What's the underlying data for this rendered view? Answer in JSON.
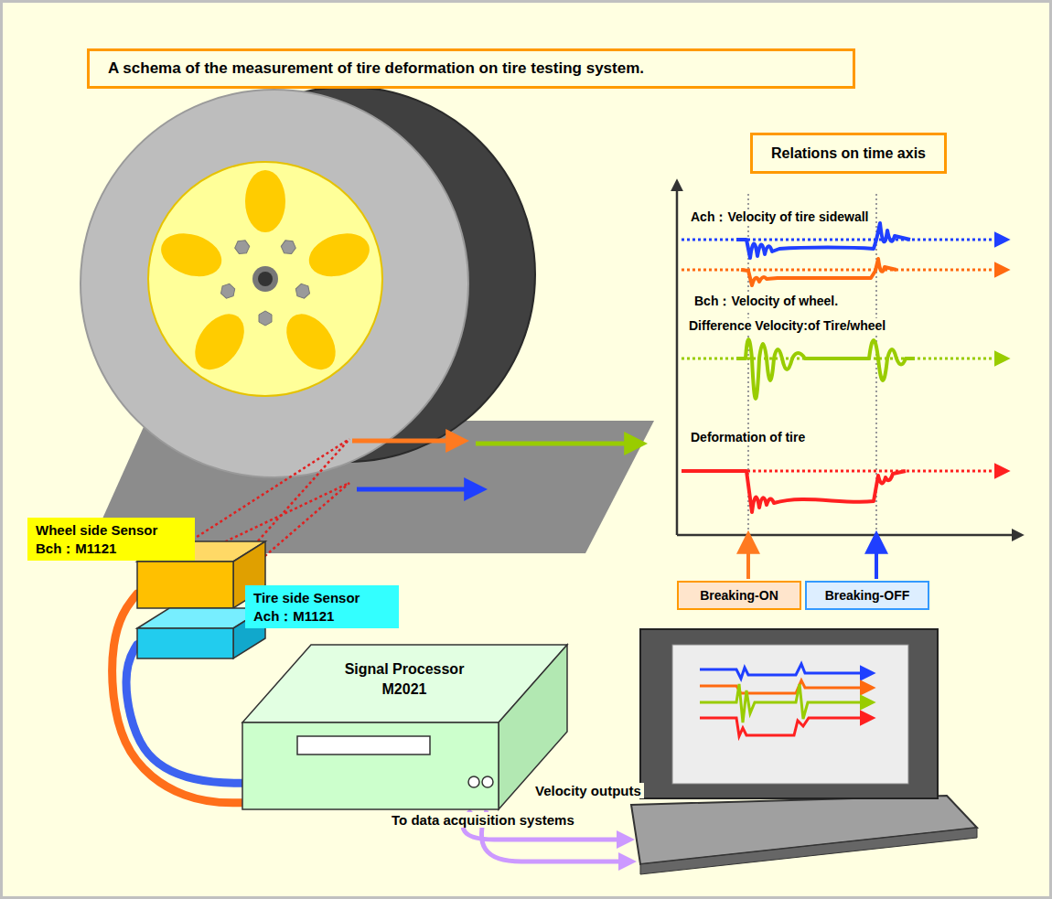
{
  "diagram": {
    "title": "A schema of the measurement of tire deformation on tire testing system.",
    "nodes": [
      {
        "text": [
          "Relations on time axis"
        ]
      },
      {
        "text": [
          "Wheel side Sensor Bch：M1121"
        ]
      },
      {
        "text": [
          "Breaking-ON"
        ]
      },
      {
        "text": [
          "Breaking-OFF"
        ]
      },
      {
        "text": [
          "Tire side Sensor Ach：M1121"
        ]
      },
      {
        "text": [
          "Signal Processor M2021"
        ]
      }
    ],
    "edges": [
      {
        "from": 1,
        "to": 5,
        "arrow": "none"
      },
      {
        "from": 4,
        "to": 5,
        "arrow": "none"
      }
    ],
    "labels": [
      "Ach：Velocity of tire sidewall",
      "Bch：Velocity of wheel.",
      "Difference Velocity:of Tire/wheel",
      "Deformation of tire",
      "Velocity outputs",
      "To data acquisition systems"
    ]
  }
}
